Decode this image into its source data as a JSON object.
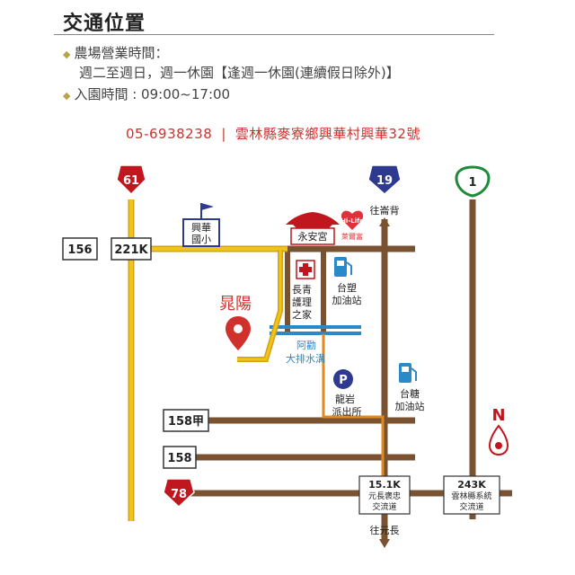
{
  "header": {
    "title": "交通位置"
  },
  "info": {
    "hours_label": "農場營業時間：",
    "hours_detail": "週二至週日，週一休園【逢週一休園(連續假日除外)】",
    "entry_hours": "入園時間 : 09:00~17:00"
  },
  "contact": {
    "phone": "05-6938238",
    "separator": "|",
    "address": "雲林縣麥寮鄉興華村興華32號"
  },
  "map": {
    "routes": {
      "r61": "61",
      "r19": "19",
      "r1": "1",
      "r78": "78",
      "r156": "156",
      "r221k": "221K",
      "r158jia": "158甲",
      "r158": "158",
      "r151k": "15.1K",
      "r243k": "243K"
    },
    "landmarks": {
      "school_1": "興華",
      "school_2": "國小",
      "temple": "永安宮",
      "hilife": "萊爾富",
      "hilife_logo": "Hi-Life",
      "care_1": "長青",
      "care_2": "護理",
      "care_3": "之家",
      "gas1_1": "台塑",
      "gas1_2": "加油站",
      "gas2_1": "台糖",
      "gas2_2": "加油站",
      "police_1": "龍岩",
      "police_2": "派出所",
      "ditch_1": "阿勸",
      "ditch_2": "大排水溝",
      "farm": "晁陽",
      "junction1_1": "元長褒忠",
      "junction1_2": "交流道",
      "junction2_1": "雲林縣系統",
      "junction2_2": "交流道",
      "to_lunbei": "往崙背",
      "to_yuanchang": "往元長",
      "north": "N",
      "parking": "P"
    }
  }
}
